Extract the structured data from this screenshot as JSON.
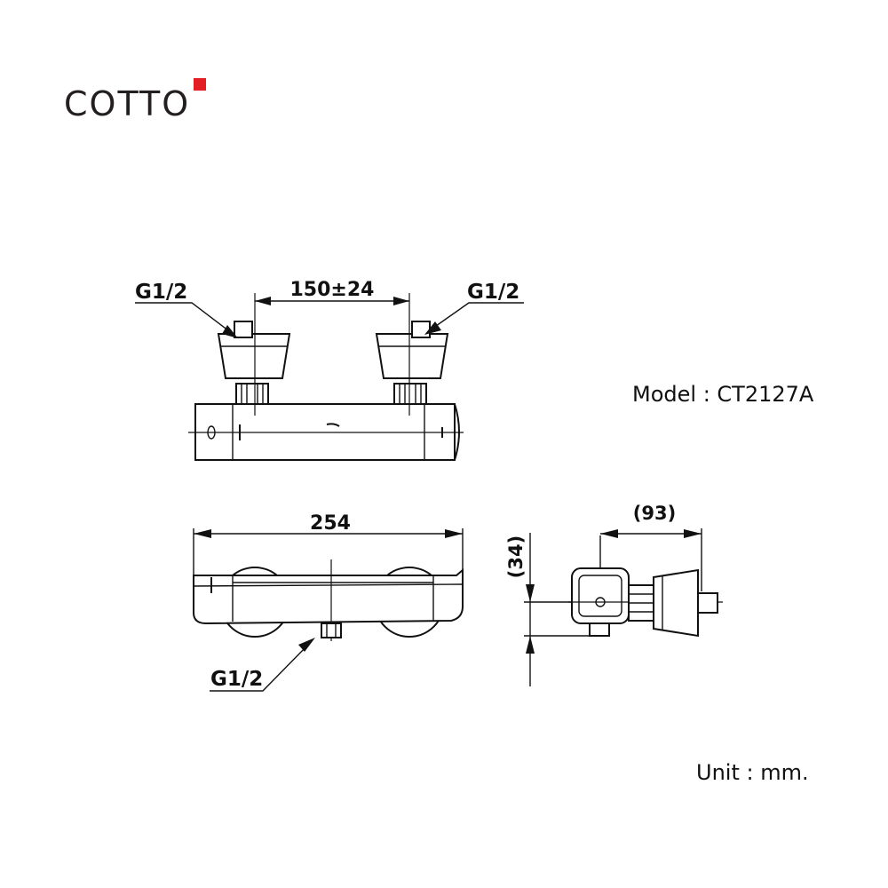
{
  "brand": {
    "name": "COTTO",
    "accent_color": "#e31e24",
    "text_color": "#231f20"
  },
  "model": {
    "label": "Model : CT2127A"
  },
  "unit": {
    "label": "Unit : mm."
  },
  "dimensions": {
    "inlet_spacing": "150±24",
    "overall_length": "254",
    "depth": "(93)",
    "height": "(34)"
  },
  "callouts": {
    "left_inlet": "G1/2",
    "right_inlet": "G1/2",
    "bottom_outlet": "G1/2"
  }
}
